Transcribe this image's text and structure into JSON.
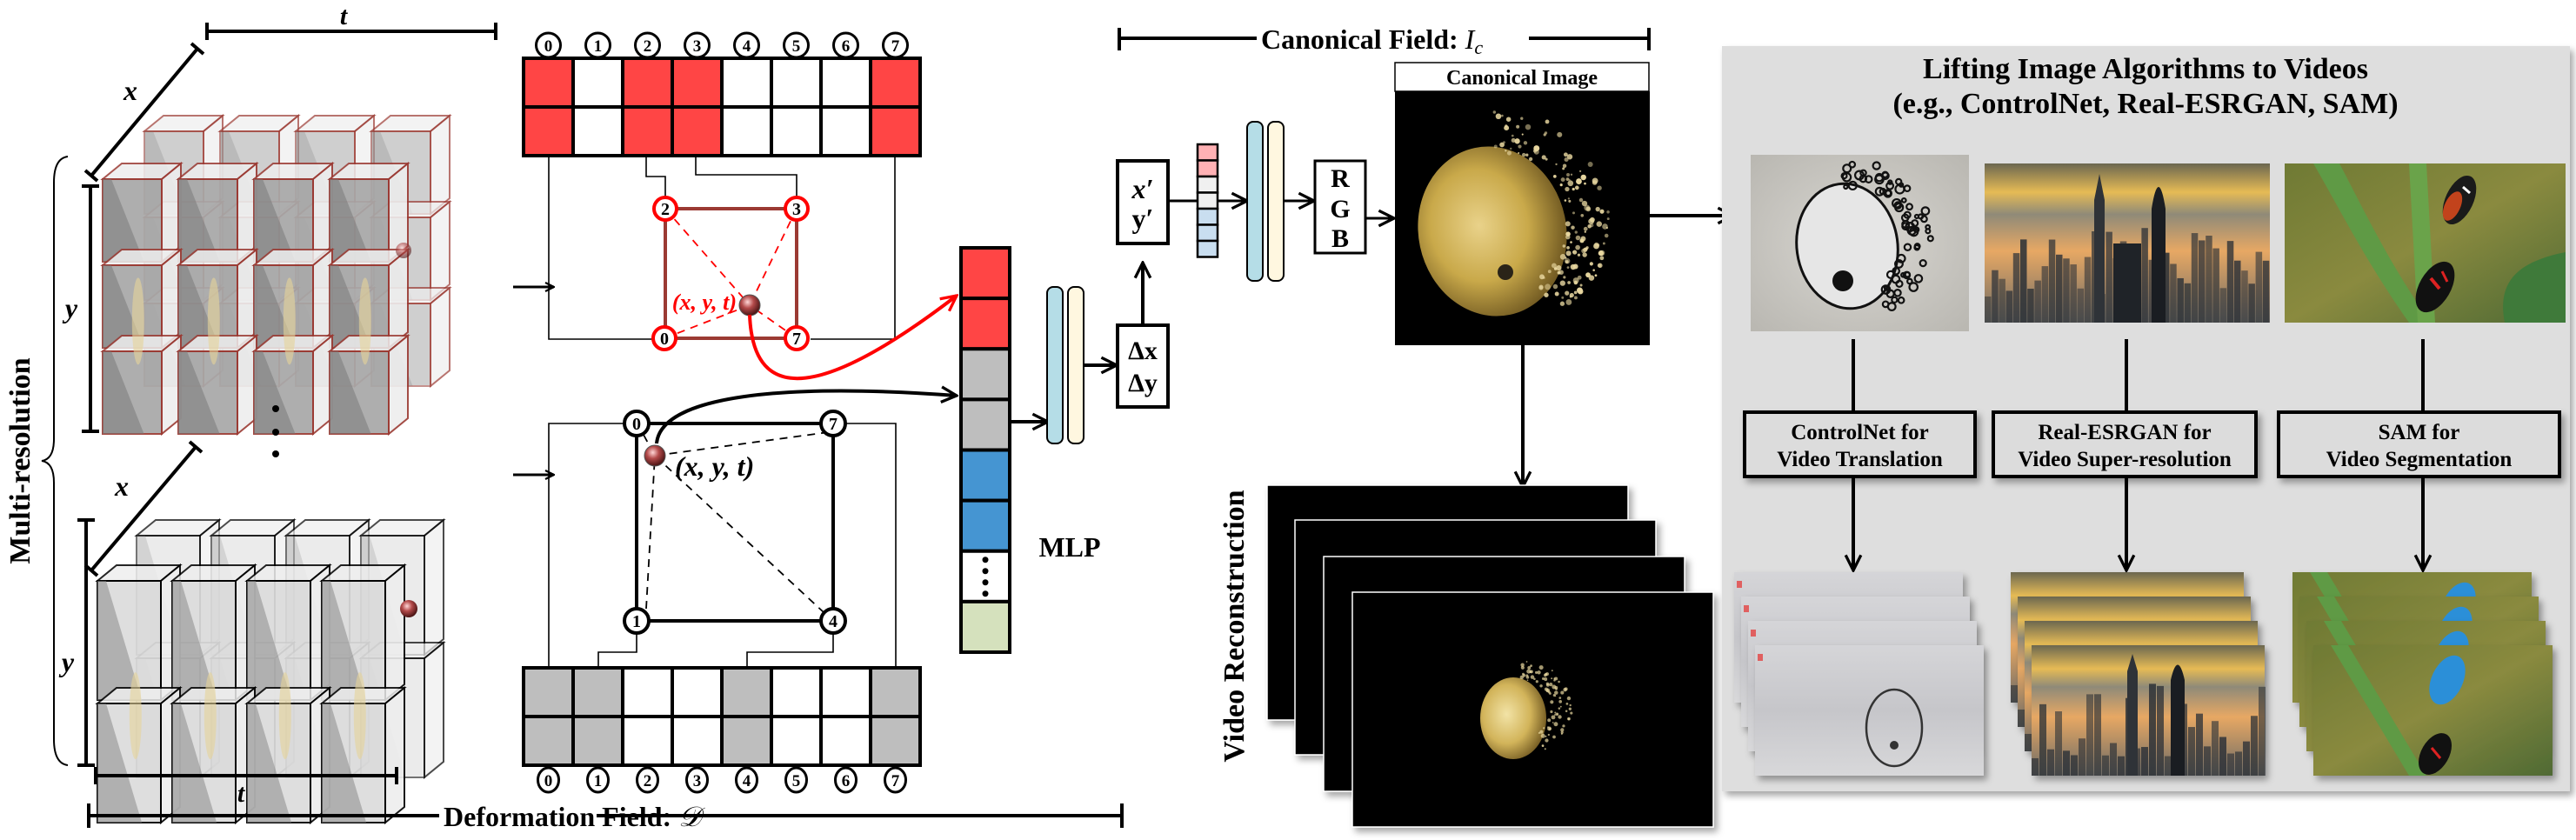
{
  "figure": {
    "deformation_field_label": "Deformation Field: ",
    "deformation_field_symbol": "𝒟",
    "canonical_field_label": "Canonical Field: ",
    "canonical_field_symbol": "I",
    "canonical_field_subscript": "c",
    "multi_resolution_label": "Multi-resolution",
    "axis_labels": {
      "x": "x",
      "y": "y",
      "t": "t"
    },
    "point_label": "(x, y, t)",
    "mlp_label": "MLP",
    "delta_box": {
      "line1": "Δx",
      "line2": "Δy"
    },
    "coord_box": {
      "line1": "x′",
      "line2": "y′"
    },
    "rgb_box": {
      "r": "R",
      "g": "G",
      "b": "B"
    },
    "canonical_image_title": "Canonical Image",
    "video_reconstruction_label": "Video Reconstruction"
  },
  "hash_tables": {
    "top": {
      "indices": [
        "0",
        "1",
        "2",
        "3",
        "4",
        "5",
        "6",
        "7"
      ],
      "highlighted": [
        0,
        2,
        3,
        7
      ],
      "highlight_color": "#ff4545",
      "cell_corners": [
        "2",
        "3",
        "0",
        "7"
      ]
    },
    "bottom": {
      "indices": [
        "0",
        "1",
        "2",
        "3",
        "4",
        "5",
        "6",
        "7"
      ],
      "highlighted": [
        0,
        1,
        4,
        7
      ],
      "highlight_color": "#bebebe",
      "cell_corners": [
        "0",
        "7",
        "1",
        "4"
      ]
    }
  },
  "feature_vector": {
    "cells": [
      {
        "color": "#ff4545"
      },
      {
        "color": "#ff4545"
      },
      {
        "color": "#bebebe"
      },
      {
        "color": "#bebebe"
      },
      {
        "color": "#4595d2"
      },
      {
        "color": "#4595d2"
      },
      {
        "color": "#ffffff",
        "ellipsis": true
      },
      {
        "color": "#d5e1bd"
      }
    ]
  },
  "small_vector": {
    "cells": [
      "#ffb1b4",
      "#ffb1b4",
      "#f0f0f0",
      "#f0f0f0",
      "#c9def0",
      "#c9def0",
      "#c9def0"
    ]
  },
  "mlp_colors": {
    "layer1": "#b5dde7",
    "layer2": "#fff7e0"
  },
  "applications_panel": {
    "title_line1": "Lifting Image Algorithms to Videos",
    "title_line2": "(e.g., ControlNet, Real-ESRGAN, SAM)",
    "background": "#dedede",
    "methods": [
      {
        "line1": "ControlNet for",
        "line2": "Video Translation",
        "image": "sketch-bubble-image"
      },
      {
        "line1": "Real-ESRGAN for",
        "line2": "Video Super-resolution",
        "image": "city-skyline-image"
      },
      {
        "line1": "SAM for",
        "line2": "Video Segmentation",
        "image": "butterflies-image"
      }
    ]
  },
  "colors": {
    "red": "#ff0000",
    "dark_red": "#9b3a33",
    "black": "#000000"
  }
}
